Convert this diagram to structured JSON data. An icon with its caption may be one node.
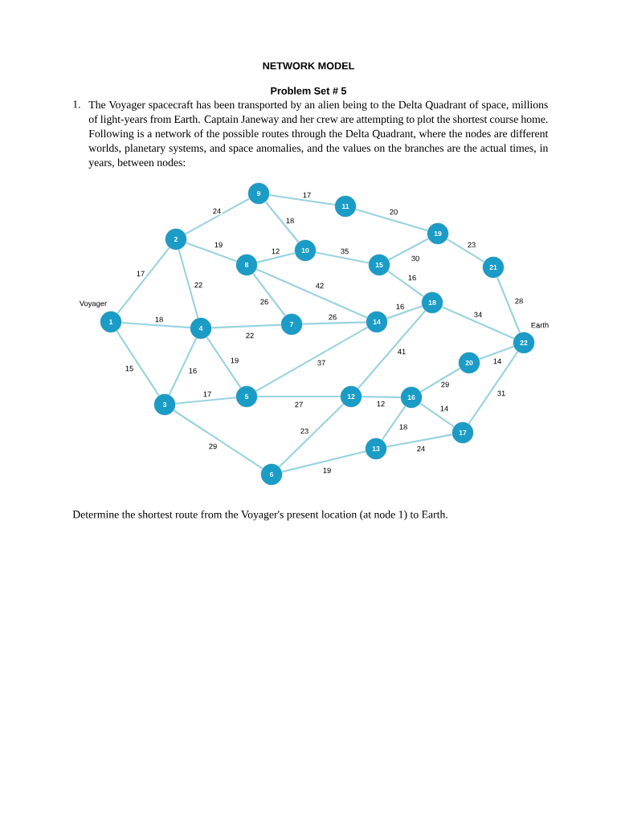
{
  "diagram": {
    "title": "NETWORK MODEL",
    "nodes": [
      {
        "text": [
          "1"
        ],
        "beside": [
          "Voyager"
        ]
      },
      {
        "text": [
          "2"
        ]
      },
      {
        "text": [
          "3"
        ]
      },
      {
        "text": [
          "4"
        ]
      },
      {
        "text": [
          "5"
        ]
      },
      {
        "text": [
          "6"
        ]
      },
      {
        "text": [
          "7"
        ]
      },
      {
        "text": [
          "8"
        ]
      },
      {
        "text": [
          "9"
        ]
      },
      {
        "text": [
          "10"
        ]
      },
      {
        "text": [
          "11"
        ]
      },
      {
        "text": [
          "12"
        ]
      },
      {
        "text": [
          "13"
        ]
      },
      {
        "text": [
          "14"
        ]
      },
      {
        "text": [
          "15"
        ]
      },
      {
        "text": [
          "16"
        ]
      },
      {
        "text": [
          "17"
        ]
      },
      {
        "text": [
          "18"
        ]
      },
      {
        "text": [
          "19"
        ]
      },
      {
        "text": [
          "20"
        ]
      },
      {
        "text": [
          "21"
        ]
      },
      {
        "text": [
          "22"
        ],
        "beside": [
          "Earth"
        ]
      }
    ],
    "edges": [
      {
        "from": 0,
        "to": 1,
        "arrow": "none",
        "label": "17"
      },
      {
        "from": 0,
        "to": 3,
        "arrow": "none",
        "label": "18"
      },
      {
        "from": 0,
        "to": 2,
        "arrow": "none",
        "label": "15"
      },
      {
        "from": 1,
        "to": 8,
        "arrow": "none",
        "label": "24"
      },
      {
        "from": 1,
        "to": 7,
        "arrow": "none",
        "label": "19"
      },
      {
        "from": 1,
        "to": 3,
        "arrow": "none",
        "label": "22"
      },
      {
        "from": 8,
        "to": 10,
        "arrow": "none",
        "label": "17"
      },
      {
        "from": 8,
        "to": 9,
        "arrow": "none",
        "label": "18"
      },
      {
        "from": 7,
        "to": 9,
        "arrow": "none",
        "label": "12"
      },
      {
        "from": 7,
        "to": 6,
        "arrow": "none",
        "label": "26"
      },
      {
        "from": 7,
        "to": 13,
        "arrow": "none",
        "label": "42"
      },
      {
        "from": 3,
        "to": 6,
        "arrow": "none",
        "label": "22"
      },
      {
        "from": 3,
        "to": 2,
        "arrow": "none",
        "label": "16"
      },
      {
        "from": 3,
        "to": 4,
        "arrow": "none",
        "label": "19"
      },
      {
        "from": 2,
        "to": 4,
        "arrow": "none",
        "label": "17"
      },
      {
        "from": 2,
        "to": 5,
        "arrow": "none",
        "label": "29"
      },
      {
        "from": 6,
        "to": 13,
        "arrow": "none",
        "label": "26"
      },
      {
        "from": 4,
        "to": 13,
        "arrow": "none",
        "label": "37"
      },
      {
        "from": 4,
        "to": 11,
        "arrow": "none",
        "label": "27"
      },
      {
        "from": 5,
        "to": 11,
        "arrow": "none",
        "label": "23"
      },
      {
        "from": 5,
        "to": 12,
        "arrow": "none",
        "label": "19"
      },
      {
        "from": 9,
        "to": 14,
        "arrow": "none",
        "label": "35"
      },
      {
        "from": 10,
        "to": 18,
        "arrow": "none",
        "label": "20"
      },
      {
        "from": 14,
        "to": 18,
        "arrow": "none",
        "label": "30"
      },
      {
        "from": 14,
        "to": 17,
        "arrow": "none",
        "label": "16"
      },
      {
        "from": 18,
        "to": 20,
        "arrow": "none",
        "label": "23"
      },
      {
        "from": 13,
        "to": 17,
        "arrow": "none",
        "label": "16"
      },
      {
        "from": 17,
        "to": 21,
        "arrow": "none",
        "label": "34"
      },
      {
        "from": 20,
        "to": 21,
        "arrow": "none",
        "label": "28"
      },
      {
        "from": 11,
        "to": 17,
        "arrow": "none",
        "label": "41"
      },
      {
        "from": 11,
        "to": 15,
        "arrow": "none",
        "label": "12"
      },
      {
        "from": 15,
        "to": 19,
        "arrow": "none",
        "label": "29"
      },
      {
        "from": 19,
        "to": 21,
        "arrow": "none",
        "label": "14"
      },
      {
        "from": 15,
        "to": 16,
        "arrow": "none",
        "label": "14"
      },
      {
        "from": 12,
        "to": 15,
        "arrow": "none",
        "label": "18"
      },
      {
        "from": 12,
        "to": 16,
        "arrow": "none",
        "label": "24"
      },
      {
        "from": 16,
        "to": 21,
        "arrow": "none",
        "label": "31"
      }
    ],
    "labels": [
      "Problem Set # 5",
      "1.",
      "The Voyager spacecraft has been transported by an alien being to the Delta Quadrant of space, millions of light-years from Earth. Captain Janeway and her crew are attempting to plot the shortest course home. Following is a network of the possible routes through the Delta Quadrant, where the nodes are different worlds, planetary systems, and space anomalies, and the values on the branches are the actual times, in years, between nodes:",
      "Determine the shortest route from the Voyager's present location (at node 1) to Earth."
    ]
  }
}
